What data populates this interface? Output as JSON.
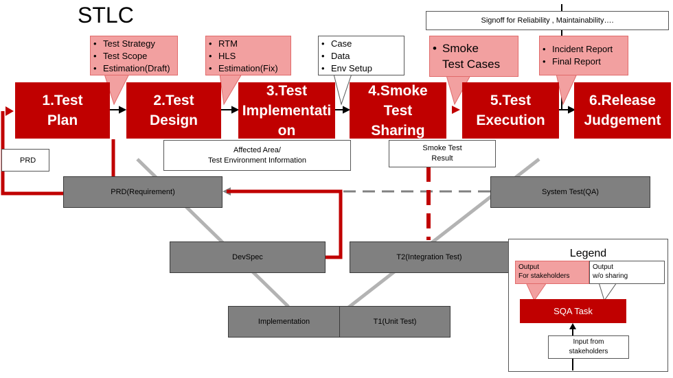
{
  "title": "STLC",
  "signoff": "Signoff for Reliability , Maintainability….",
  "steps": [
    {
      "label": "1.Test\nPlan"
    },
    {
      "label": "2.Test\nDesign"
    },
    {
      "label": "3.Test\nImplementati\non"
    },
    {
      "label": "4.Smoke\nTest\nSharing"
    },
    {
      "label": "5.Test\nExecution"
    },
    {
      "label": "6.Release\nJudgement"
    }
  ],
  "callouts": {
    "design": [
      "Test Strategy",
      "Test Scope",
      "Estimation(Draft)"
    ],
    "implementation": [
      "RTM",
      "HLS",
      "Estimation(Fix)"
    ],
    "smoke_inputs": [
      "Case",
      "Data",
      "Env Setup"
    ],
    "smoke_output": "Smoke\nTest Cases",
    "execution": [
      "Incident Report",
      "Final Report"
    ]
  },
  "inputs": {
    "prd": "PRD",
    "affected": "Affected Area/\nTest Environment Information",
    "smoke_result": "Smoke Test\nResult"
  },
  "vmodel": {
    "prd_req": "PRD(Requirement)",
    "system_test": "System Test(QA)",
    "devspec": "DevSpec",
    "t2": "T2(Integration Test)",
    "implementation": "Implementation",
    "t1": "T1(Unit Test)"
  },
  "legend": {
    "title": "Legend",
    "output_stakeholders": "Output\nFor stakeholders",
    "output_nosharing": "Output\nw/o sharing",
    "task": "SQA Task",
    "input": "Input from\nstakeholders"
  },
  "colors": {
    "task_red": "#c00000",
    "output_pink": "#f2a0a0",
    "vmodel_grey": "#808080"
  }
}
